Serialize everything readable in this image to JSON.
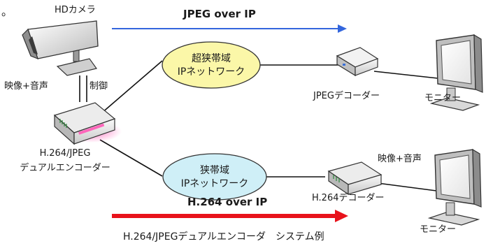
{
  "corner_mark": "。",
  "camera": {
    "label": "HDカメラ",
    "av_label": "映像+音声",
    "control_label": "制御"
  },
  "encoder": {
    "label_line1": "H.264/JPEG",
    "label_line2": "デュアルエンコーダー"
  },
  "networks": {
    "ultra_narrow": {
      "line1": "超狭帯域",
      "line2": "IPネットワーク"
    },
    "narrow": {
      "line1": "狭帯域",
      "line2": "IPネットワーク"
    }
  },
  "jpeg_path": {
    "arrow_label": "JPEG over IP",
    "decoder_label": "JPEGデコーダー",
    "monitor_label": "モニター"
  },
  "h264_path": {
    "arrow_label": "H.264 over IP",
    "decoder_label": "H.264デコーダー",
    "av_label": "映像+音声",
    "monitor_label": "モニター"
  },
  "caption": "H.264/JPEGデュアルエンコーダ　システム例",
  "colors": {
    "jpeg_arrow": "#3366dd",
    "h264_arrow": "#e8121b",
    "ultra_narrow_fill": "#fbf7a8",
    "narrow_fill": "#cfeff7",
    "encoder_accent": "#ff66bb"
  },
  "icons": [
    "hd-camera-icon",
    "dual-encoder-icon",
    "jpeg-decoder-icon",
    "h264-decoder-icon",
    "monitor-icon"
  ]
}
